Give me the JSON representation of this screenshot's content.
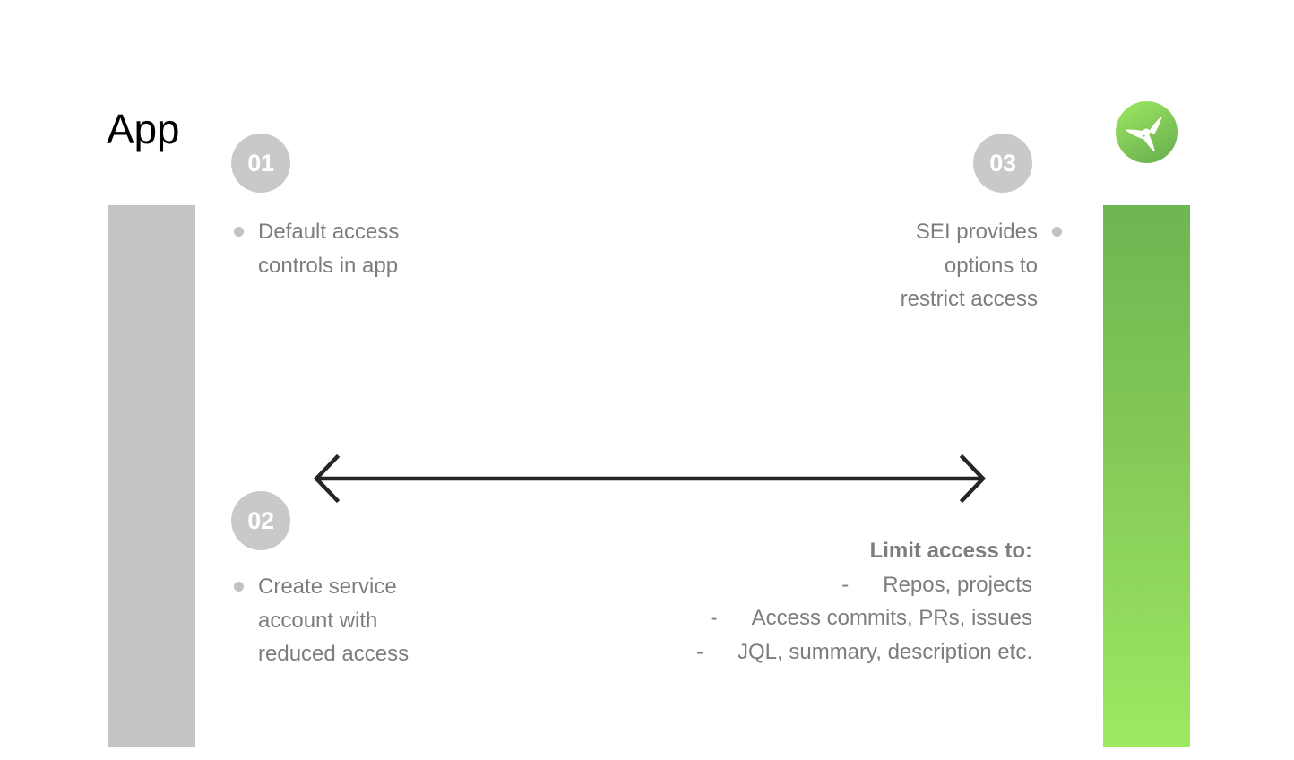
{
  "title": "App",
  "colors": {
    "title_text": "#000000",
    "body_text": "#7d7d7d",
    "badge_fill": "#c9c9c9",
    "badge_text": "#ffffff",
    "bullet_dot": "#c2c2c2",
    "bar_gray": "#c4c4c4",
    "bar_green_top": "#6fb551",
    "bar_green_bottom": "#9ee862",
    "arrow": "#252525",
    "logo_green_light": "#9ee862",
    "logo_green_dark": "#6fb551"
  },
  "logo": {
    "icon": "propeller-icon",
    "shape": "green-circle-with-white-three-blade-propeller"
  },
  "bars": {
    "left": {
      "name": "app-column-bar",
      "color": "#c4c4c4"
    },
    "right": {
      "name": "sei-column-bar",
      "gradient_from": "#6fb551",
      "gradient_to": "#9ee862"
    }
  },
  "steps": [
    {
      "number": "01",
      "align": "left",
      "bullet": "Default access\ncontrols in app"
    },
    {
      "number": "02",
      "align": "left",
      "bullet": "Create service\naccount with\nreduced access"
    },
    {
      "number": "03",
      "align": "right",
      "bullet": "SEI provides\noptions to\nrestrict access"
    }
  ],
  "arrow": {
    "name": "bidirectional-arrow",
    "direction": "both",
    "color": "#252525"
  },
  "limit_access": {
    "heading": "Limit access to:",
    "dash": "-",
    "items": [
      "Repos, projects",
      "Access commits, PRs, issues",
      "JQL, summary, description etc."
    ]
  }
}
